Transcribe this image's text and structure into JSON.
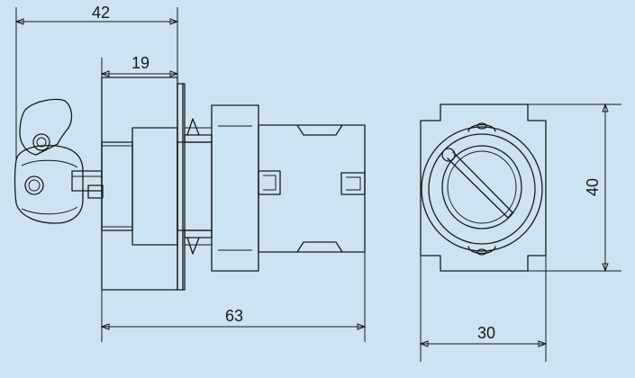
{
  "dimensions": {
    "overall_length": "42",
    "front_depth": "19",
    "body_length": "63",
    "side_height": "40",
    "side_width": "30"
  },
  "colors": {
    "background": "#cde3f1",
    "line": "#1a1a1a"
  }
}
